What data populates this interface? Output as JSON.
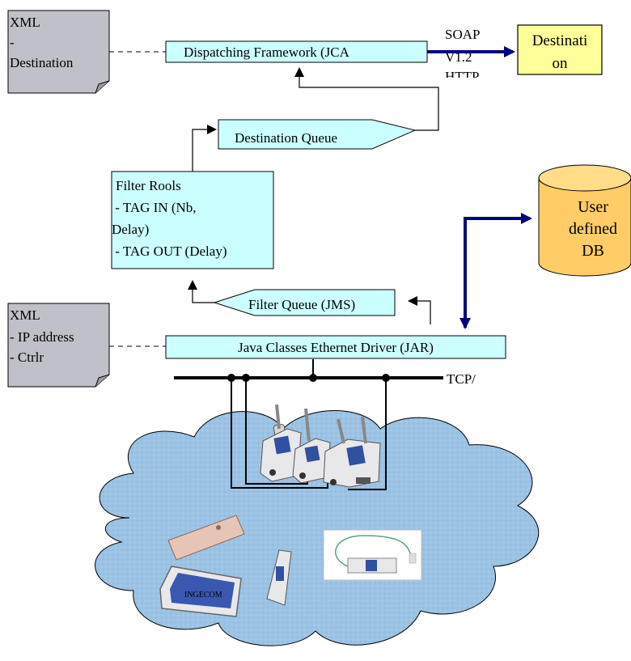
{
  "notes": {
    "xml_destination": {
      "line1": "XML",
      "line2": "-",
      "line3": "Destination"
    },
    "xml_ctrlr": {
      "line1": "XML",
      "line2": "- IP address",
      "line3": "- Ctrlr"
    }
  },
  "dispatching_framework": {
    "label": "Dispatching Framework (JCA"
  },
  "soap": {
    "line1": "SOAP",
    "line2": "V1.2",
    "line3": "HTTP"
  },
  "destination_box": {
    "line1": "Destinati",
    "line2": "on"
  },
  "destination_queue": {
    "label": "Destination Queue"
  },
  "filter_rules": {
    "line1": "Filter Rools",
    "line2": " - TAG IN (Nb,",
    "line3": "Delay)",
    "line4": " - TAG OUT (Delay)"
  },
  "user_db": {
    "line1": "User",
    "line2": "defined",
    "line3": "DB"
  },
  "filter_queue": {
    "label": "Filter Queue (JMS)"
  },
  "java_driver": {
    "label": "Java Classes Ethernet Driver (JAR)"
  },
  "network": {
    "label": "TCP/"
  },
  "devices": {
    "tag_brand": "INGECOM"
  },
  "colors": {
    "component_fill": "#ccffff",
    "note_fill": "#c0c0c8",
    "destination_fill": "#ffff99",
    "db_fill": "#ffcc66",
    "link_blue": "#000080",
    "cloud_fill": "#9cc3e4"
  }
}
